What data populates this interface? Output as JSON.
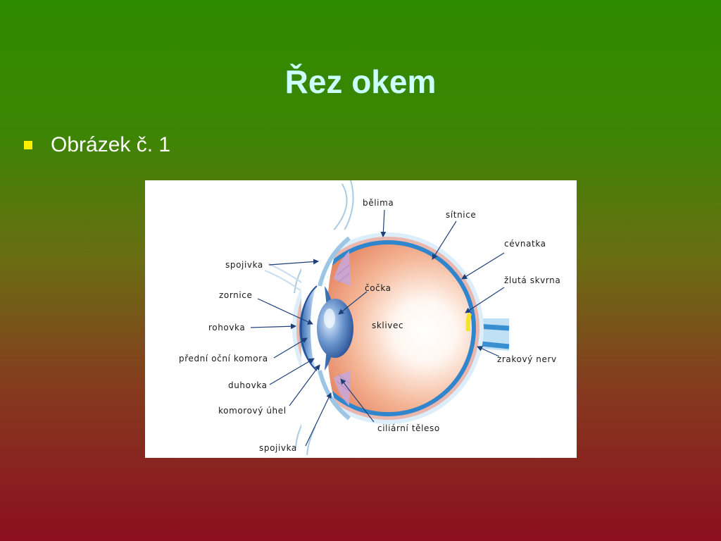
{
  "slide": {
    "title": "Řez okem",
    "bullet": "Obrázek č. 1"
  },
  "colors": {
    "title": "#ccffff",
    "bullet": "#ffee00",
    "text": "#ffffff"
  },
  "diagram": {
    "labels": {
      "belima": "bělima",
      "sitnice": "sítnice",
      "cevnatka": "cévnatka",
      "zluta_skvrna": "žlutá skvrna",
      "zrakovy_nerv": "zrakový nerv",
      "spojivka_top": "spojivka",
      "zornice": "zornice",
      "rohovka": "rohovka",
      "predni_komora": "přední oční komora",
      "duhovka": "duhovka",
      "komorovy_uhel": "komorový úhel",
      "spojivka_bottom": "spojivka",
      "cocka": "čočka",
      "sklivec": "sklivec",
      "ciliarni_teleso": "ciliární těleso"
    }
  }
}
